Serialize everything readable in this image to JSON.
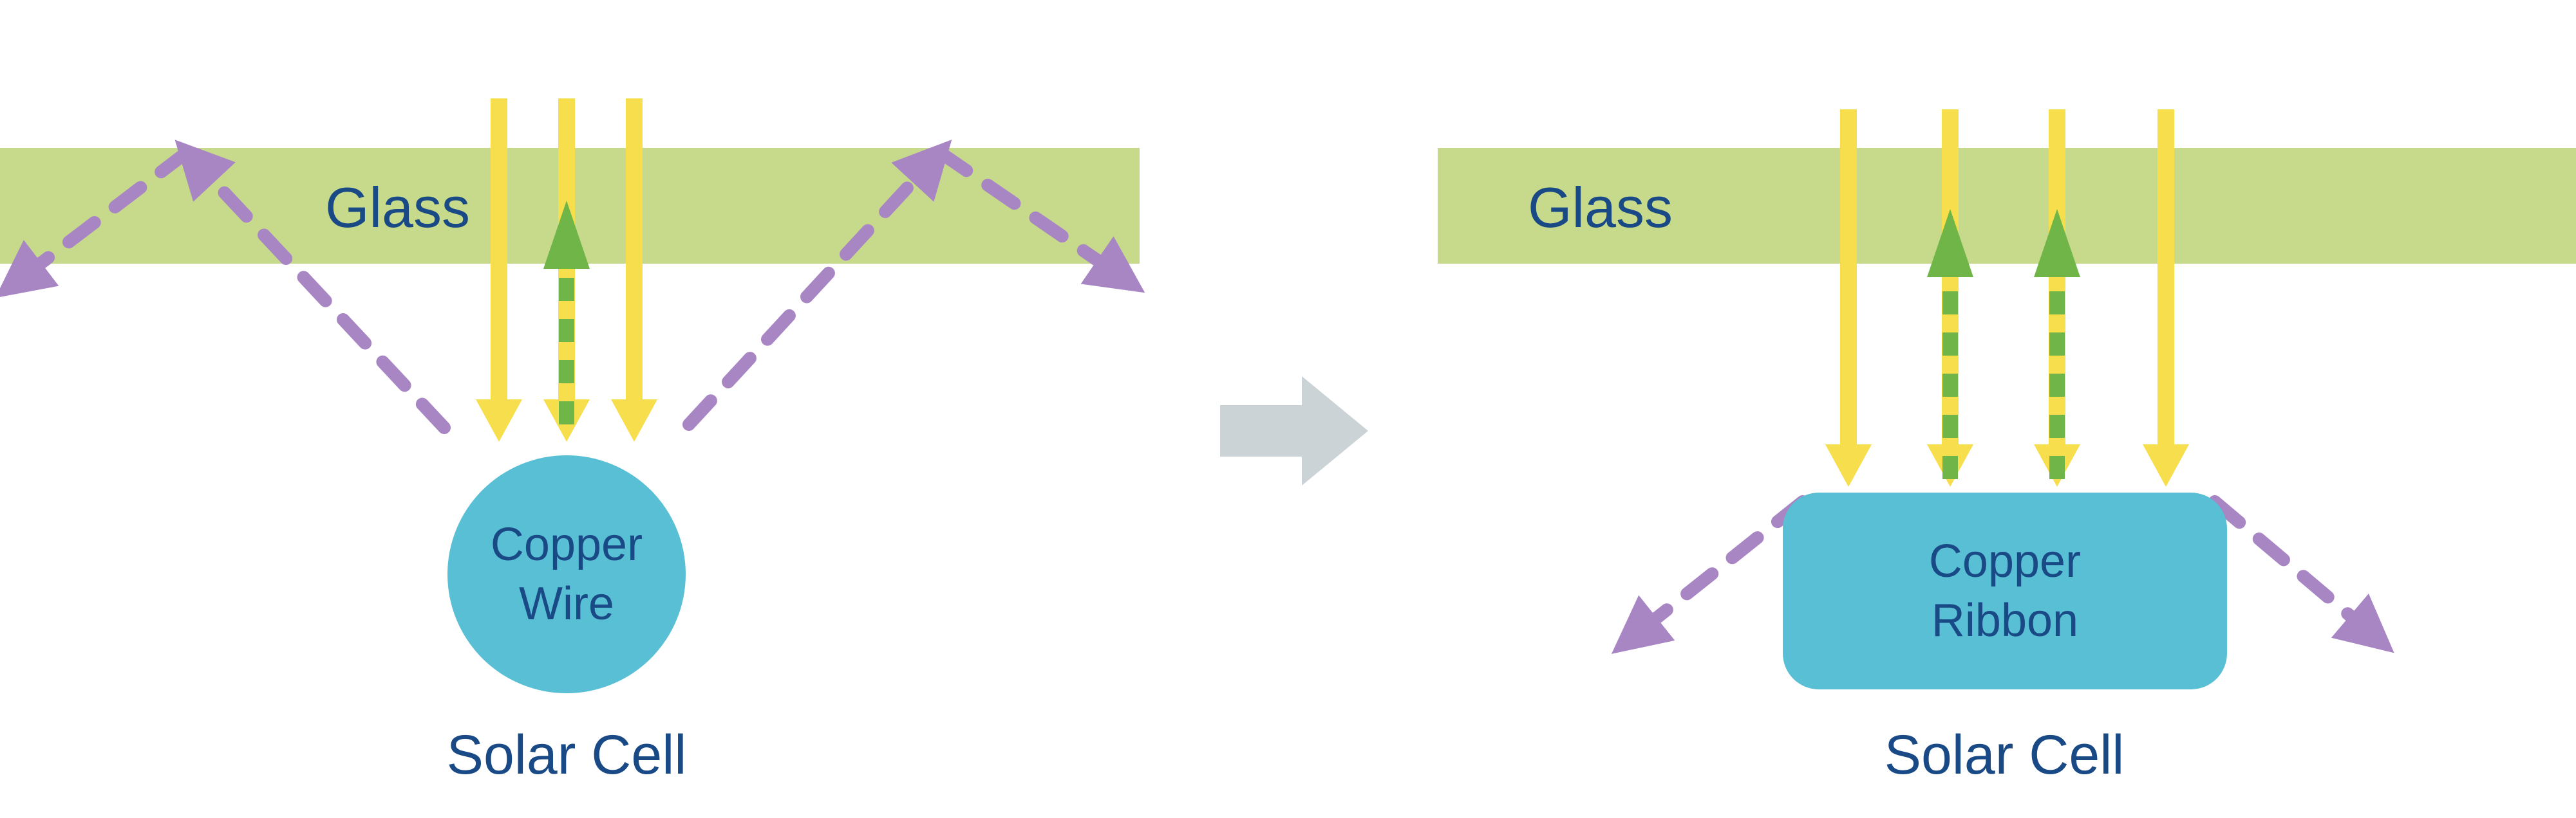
{
  "diagram": {
    "left_panel": {
      "glass_label": "Glass",
      "conductor_label_line1": "Copper",
      "conductor_label_line2": "Wire",
      "cell_label": "Solar Cell"
    },
    "right_panel": {
      "glass_label": "Glass",
      "conductor_label_line1": "Copper",
      "conductor_label_line2": "Ribbon",
      "cell_label": "Solar Cell"
    },
    "colors": {
      "background": "#ffffff",
      "glass": "#c7da8c",
      "incident_light": "#f7de4d",
      "reflected_light_green": "#6fb548",
      "scattered_light_purple": "#a886c4",
      "copper_conductor": "#58bfd5",
      "text_navy": "#1a4a85",
      "transition_arrow_gray": "#ccd3d7"
    }
  }
}
